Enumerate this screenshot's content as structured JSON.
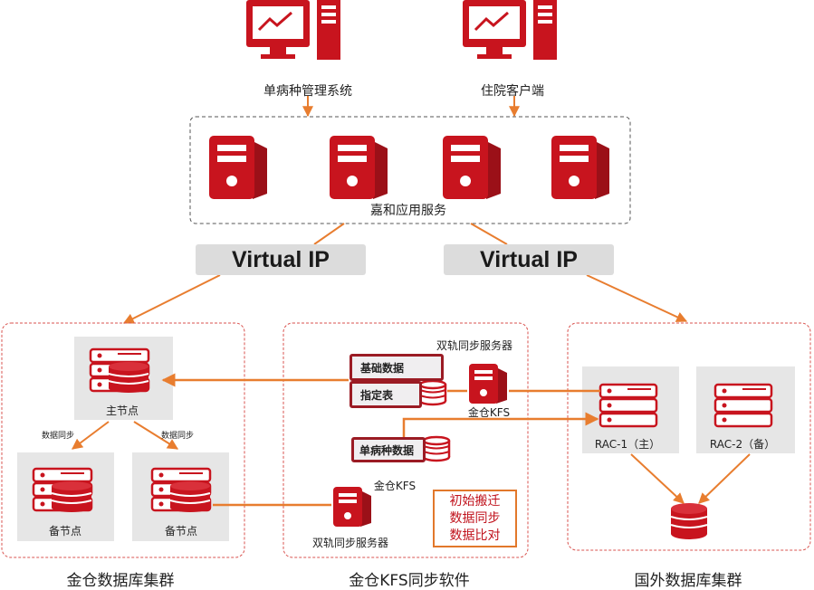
{
  "clients": {
    "left_label": "单病种管理系统",
    "right_label": "住院客户端"
  },
  "app_service": {
    "label": "嘉和应用服务"
  },
  "virtual_ip": {
    "left": "Virtual IP",
    "right": "Virtual IP"
  },
  "jincang_cluster": {
    "caption": "金仓数据库集群",
    "master_label": "主节点",
    "sync_left": "数据同步",
    "sync_right": "数据同步",
    "standby_left": "备节点",
    "standby_right": "备节点"
  },
  "kfs": {
    "caption": "金仓KFS同步软件",
    "top_server_label": "双轨同步服务器",
    "base_data": "基础数据",
    "designated_table": "指定表",
    "kfs_upper_label": "金仓KFS",
    "single_disease_data": "单病种数据",
    "kfs_lower_label": "金仓KFS",
    "bottom_server_label": "双轨同步服务器",
    "features": [
      "初始搬迁",
      "数据同步",
      "数据比对"
    ]
  },
  "foreign_cluster": {
    "caption": "国外数据库集群",
    "rac1": "RAC-1（主）",
    "rac2": "RAC-2（备）"
  },
  "colors": {
    "brand_red": "#c8141e",
    "arrow_orange": "#e87d2f",
    "dashed_red": "#d9534f",
    "node_box_gray": "#e6e6e6",
    "vip_gray": "#dcdcdc"
  }
}
